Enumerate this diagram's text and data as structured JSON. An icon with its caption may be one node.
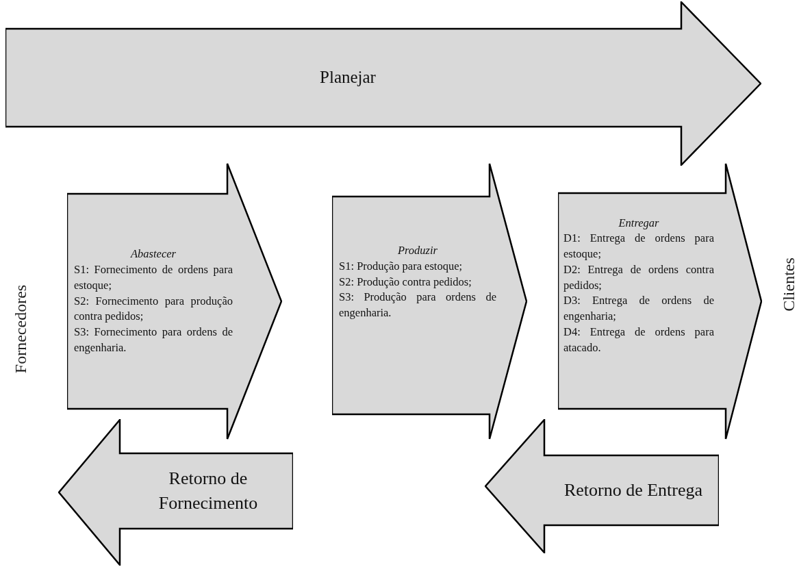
{
  "diagram": {
    "nodes": [
      {
        "text": [
          "Planejar"
        ]
      },
      {
        "text": [
          "Abastecer",
          "S1: Fornecimento de ordens para estoque;",
          "S2: Fornecimento para produção contra pedidos;",
          "S3: Fornecimento para ordens de engenharia."
        ]
      },
      {
        "text": [
          "Produzir",
          "S1: Produção para estoque;",
          "S2: Produção contra pedidos;",
          "S3: Produção para ordens de engenharia."
        ]
      },
      {
        "text": [
          "Entregar",
          "D1: Entrega de ordens para estoque;",
          "D2: Entrega de ordens contra pedidos;",
          "D3: Entrega de ordens de engenharia;",
          "D4: Entrega de ordens para atacado."
        ]
      },
      {
        "text": [
          "Retorno de Fornecimento"
        ]
      },
      {
        "text": [
          "Retorno de Entrega"
        ]
      }
    ],
    "edges": [],
    "labels": [
      "Fornecedores",
      "Clientes"
    ]
  }
}
